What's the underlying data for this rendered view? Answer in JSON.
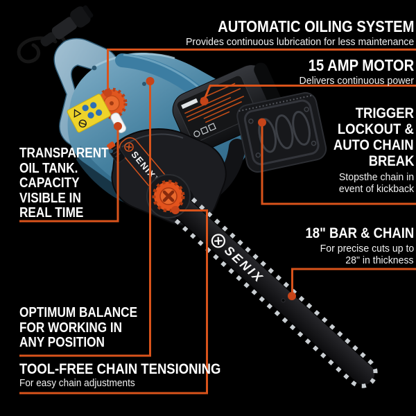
{
  "colors": {
    "background": "#000000",
    "accent_line": "#d9531b",
    "callout_dot": "#c64419",
    "headline_text": "#ffffff",
    "subtitle_text": "#f1f1f1",
    "body_blue": "#4883a8",
    "handle_blue": "#8cb6cd",
    "housing_black": "#17181b",
    "knob_orange": "#e2531d",
    "warning_yellow": "#eed32a",
    "chain_silver": "#c9ced2"
  },
  "product": {
    "body_logo": "SENIX™",
    "bar_logo": "SENIX"
  },
  "callouts": {
    "oiling": {
      "title": "AUTOMATIC OILING SYSTEM",
      "subtitle": "Provides continuous lubrication for less maintenance"
    },
    "motor": {
      "title": "15 AMP MOTOR",
      "subtitle": "Delivers continuous power"
    },
    "trigger": {
      "title_line1": "TRIGGER",
      "title_line2": "LOCKOUT &",
      "title_line3": "AUTO CHAIN",
      "title_line4": "BREAK",
      "subtitle_line1": "Stopsthe chain in",
      "subtitle_line2": "event of kickback"
    },
    "bar_chain": {
      "title": "18\" BAR & CHAIN",
      "subtitle_line1": "For precise cuts up to",
      "subtitle_line2": "28\" in thickness"
    },
    "oil_tank": {
      "title_line1": "TRANSPARENT",
      "title_line2": "OIL TANK.",
      "title_line3": "CAPACITY",
      "title_line4": "VISIBLE IN",
      "title_line5": "REAL TIME"
    },
    "balance": {
      "title_line1": "OPTIMUM BALANCE",
      "title_line2": "FOR WORKING IN",
      "title_line3": "ANY POSITION"
    },
    "tensioning": {
      "title": "TOOL-FREE CHAIN TENSIONING",
      "subtitle": "For easy chain adjustments"
    }
  }
}
